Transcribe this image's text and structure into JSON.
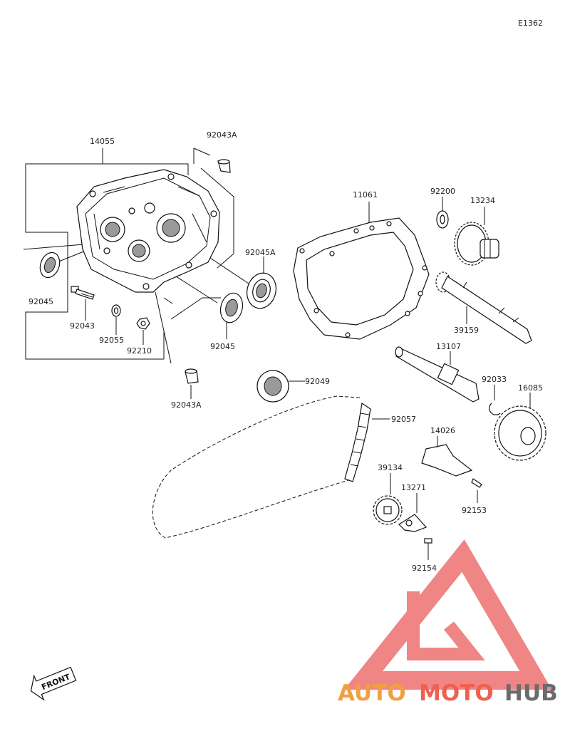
{
  "diagram_code": "E1362",
  "parts": [
    {
      "number": "14055"
    },
    {
      "number": "92043A"
    },
    {
      "number": "11061"
    },
    {
      "number": "92200"
    },
    {
      "number": "13234"
    },
    {
      "number": "92045A"
    },
    {
      "number": "92045"
    },
    {
      "number": "92045"
    },
    {
      "number": "39159"
    },
    {
      "number": "92043"
    },
    {
      "number": "92055"
    },
    {
      "number": "92210"
    },
    {
      "number": "13107"
    },
    {
      "number": "92049"
    },
    {
      "number": "92033"
    },
    {
      "number": "16085"
    },
    {
      "number": "92043A"
    },
    {
      "number": "92057"
    },
    {
      "number": "14026"
    },
    {
      "number": "39134"
    },
    {
      "number": "13271"
    },
    {
      "number": "92153"
    },
    {
      "number": "92154"
    }
  ],
  "front_marker": "FRONT",
  "watermark": {
    "part1": "AUTO",
    "part2": "MOTO",
    "part3": "HUB",
    "color1": "#f0a040",
    "color2": "#f06050",
    "color3": "#6b6b6b",
    "logo_color": "#ee7070"
  }
}
